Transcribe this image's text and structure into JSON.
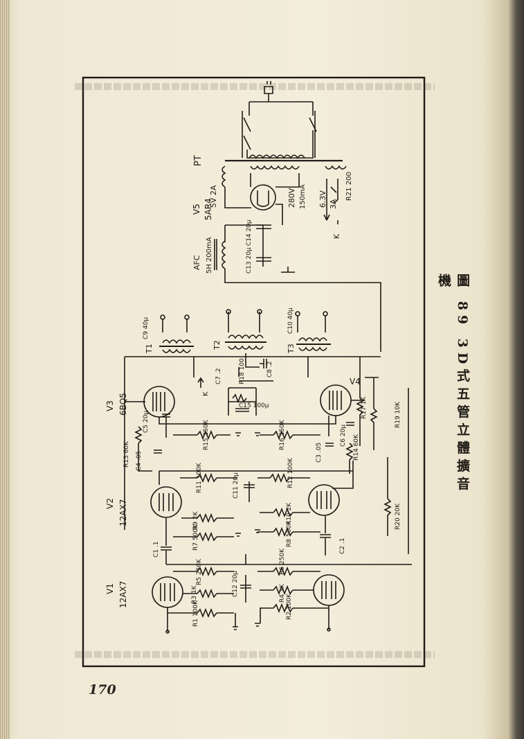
{
  "caption": "圖 89 3D式五管立體擴音機",
  "page_number": "170",
  "power": {
    "transformer": "PT",
    "rect_tube_id": "V5",
    "rect_tube": "5AR4",
    "heater_5v": "5V 2A",
    "hv": "280V",
    "hv_current": "150mA",
    "filament": "6.3V",
    "filament_current": "3A",
    "r21": "R21 200",
    "k": "K",
    "c14": "C14 20μ",
    "c13": "C13 20μ",
    "afc": "AFC",
    "choke": "5H 200mA"
  },
  "output": {
    "t1": "T1",
    "t2": "T2",
    "t3": "T3",
    "c9": "C9 40μ",
    "c10": "C10 40μ",
    "c7": "C7 .2",
    "c8": "C8 .2",
    "r18": "R18 100",
    "c15": "C15 100μ",
    "k": "K",
    "v3": "V3",
    "v3_type": "6BQ5",
    "v4": "V4",
    "r17": "R17 1K",
    "r19": "R19 10K",
    "c5": "C5 20μ",
    "c6": "C6 20μ",
    "c4": "C4 .05",
    "c3": "C3 .05",
    "r13": "R13 60K",
    "r14": "R14 60K",
    "r15": "R15 250K",
    "r16": "R16 250K"
  },
  "driver": {
    "v2": "V2",
    "v2_type": "12AX7",
    "r11": "R11 100K",
    "r12": "R12 100K",
    "c11": "C11 20μ",
    "r9": "R9 2K",
    "r10": "R10 2K",
    "r7": "R7 500K",
    "r8": "R8 500K",
    "r20": "R20 20K",
    "c1": "C1 .1",
    "c2": "C2 .1"
  },
  "input": {
    "v1": "V1",
    "v1_type": "12AX7",
    "r5": "R5 250K",
    "r6": "R6 250K",
    "c12": "C12 20μ",
    "r3": "R3 1K",
    "r4": "R4 1K",
    "r1": "R1 100K",
    "r2": "R2 100K"
  }
}
